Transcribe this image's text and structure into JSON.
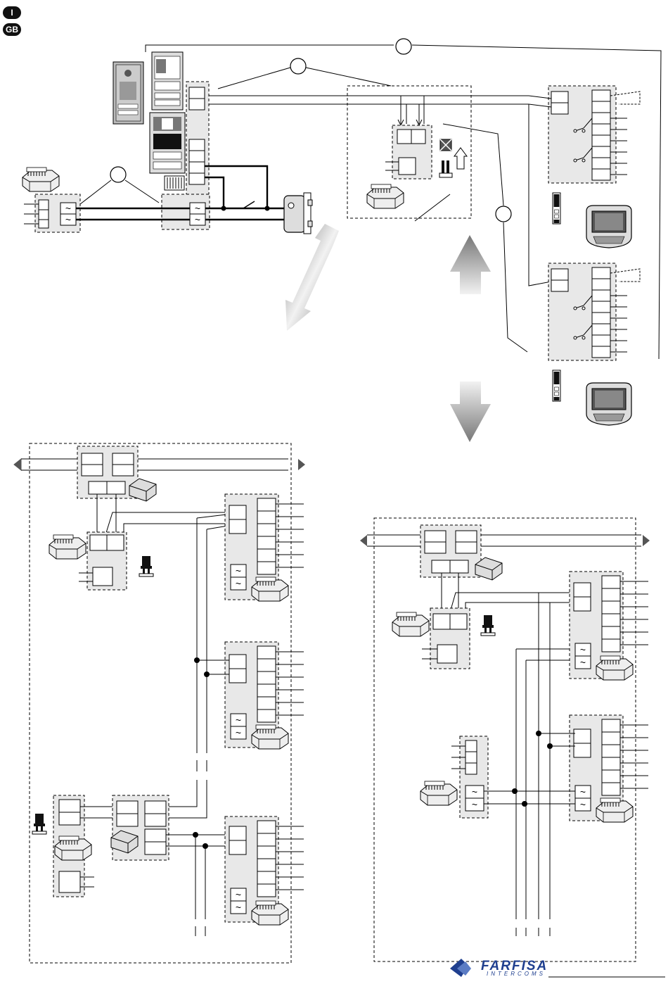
{
  "language_badges": [
    "I",
    "GB"
  ],
  "brand": {
    "name": "FARFISA",
    "subtitle": "INTERCOMS",
    "color": "#1f3f8f"
  },
  "colors": {
    "panel_fill": "#e8e8e8",
    "line": "#000000",
    "arrow_gradient_dark": "#777777",
    "arrow_gradient_light": "#f2f2f2"
  },
  "symbols": {
    "ac_supply": "~"
  }
}
